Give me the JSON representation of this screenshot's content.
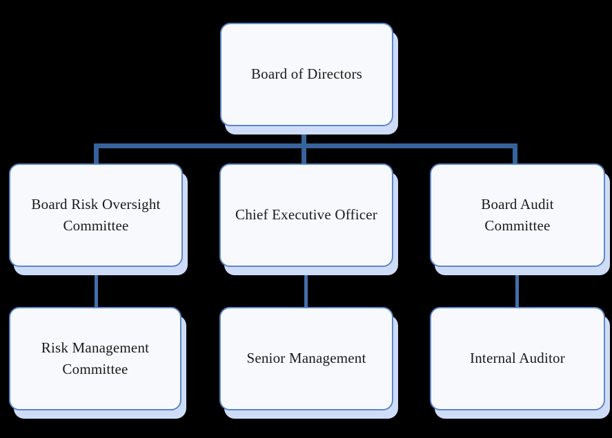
{
  "diagram": {
    "type": "org-chart",
    "nodes": [
      {
        "id": "board-of-directors",
        "label": "Board of Directors"
      },
      {
        "id": "board-risk-oversight-committee",
        "label": "Board Risk Oversight\nCommittee"
      },
      {
        "id": "chief-executive-officer",
        "label": "Chief Executive Officer"
      },
      {
        "id": "board-audit-committee",
        "label": "Board Audit\nCommittee"
      },
      {
        "id": "risk-management-committee",
        "label": "Risk Management\nCommittee"
      },
      {
        "id": "senior-management",
        "label": "Senior Management"
      },
      {
        "id": "internal-auditor",
        "label": "Internal Auditor"
      }
    ],
    "edges": [
      {
        "from": "board-of-directors",
        "to": "board-risk-oversight-committee"
      },
      {
        "from": "board-of-directors",
        "to": "chief-executive-officer"
      },
      {
        "from": "board-of-directors",
        "to": "board-audit-committee"
      },
      {
        "from": "board-risk-oversight-committee",
        "to": "risk-management-committee"
      },
      {
        "from": "chief-executive-officer",
        "to": "senior-management"
      },
      {
        "from": "board-audit-committee",
        "to": "internal-auditor"
      }
    ]
  },
  "colors": {
    "background": "#000000",
    "box_fill": "#f7f9fd",
    "box_border": "#5c87c6",
    "shadow": "#cfdcf8",
    "connector_thick": "#36639b",
    "connector_thin": "#4470ab",
    "text": "#1a1a1a"
  }
}
